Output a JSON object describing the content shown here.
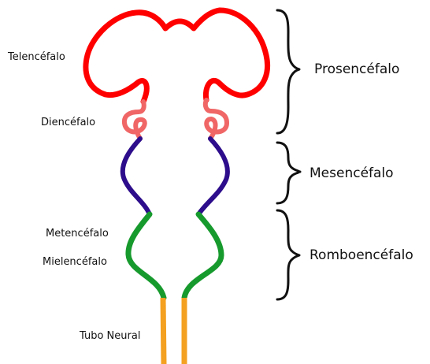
{
  "labels": {
    "telencefalo": "Telencéfalo",
    "diencefalo": "Diencéfalo",
    "metencefalo": "Metencéfalo",
    "mielencefalo": "Mielencéfalo",
    "tubo_neural": "Tubo Neural",
    "prosencefalo": "Prosencéfalo",
    "mesencefalo": "Mesencéfalo",
    "romboencefalo": "Romboencéfalo"
  },
  "colors": {
    "telencefalo": "#ff0000",
    "diencefalo": "#f06666",
    "mesencefalo": "#2d0d8b",
    "romboencefalo": "#179a2d",
    "tubo_neural": "#f4a020",
    "brace": "#111111"
  }
}
